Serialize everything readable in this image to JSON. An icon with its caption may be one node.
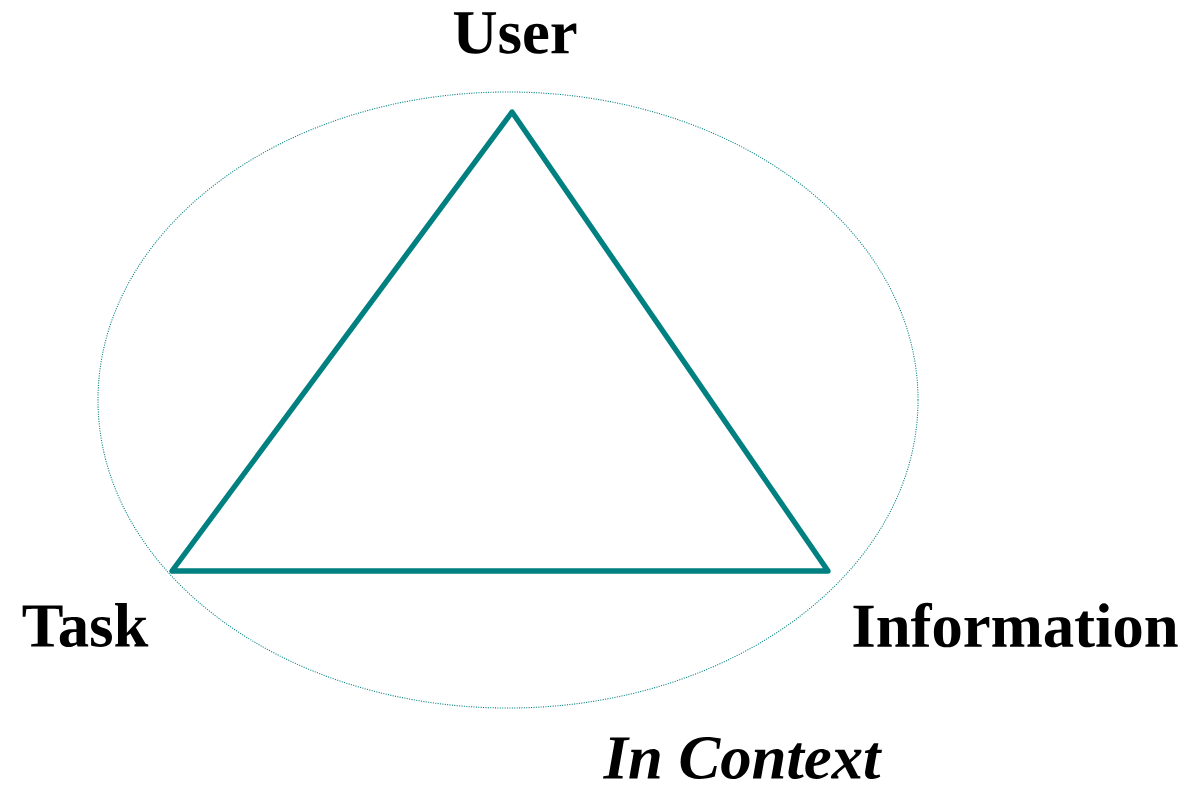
{
  "diagram": {
    "nodes": [
      {
        "text": [
          "In Context"
        ]
      },
      {
        "text": [],
        "shape": "triangle",
        "in": 0
      }
    ],
    "labels": [
      "User",
      "Task",
      "Information"
    ]
  }
}
